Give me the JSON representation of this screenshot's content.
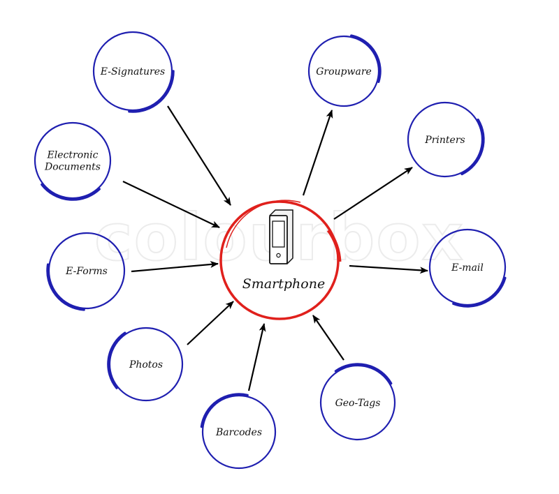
{
  "watermark": "colourbox",
  "center": {
    "label": "Smartphone",
    "icon": "smartphone-icon",
    "ring_color": "#e0201c"
  },
  "colors": {
    "node_ring": "#1f1fb0",
    "arrow": "#000000"
  },
  "nodes": [
    {
      "id": "e-signatures",
      "lines": [
        "E-Signatures"
      ],
      "direction": "in"
    },
    {
      "id": "electronic-documents",
      "lines": [
        "Electronic",
        "Documents"
      ],
      "direction": "in"
    },
    {
      "id": "e-forms",
      "lines": [
        "E-Forms"
      ],
      "direction": "in"
    },
    {
      "id": "photos",
      "lines": [
        "Photos"
      ],
      "direction": "in"
    },
    {
      "id": "barcodes",
      "lines": [
        "Barcodes"
      ],
      "direction": "in"
    },
    {
      "id": "geo-tags",
      "lines": [
        "Geo-Tags"
      ],
      "direction": "in"
    },
    {
      "id": "groupware",
      "lines": [
        "Groupware"
      ],
      "direction": "out"
    },
    {
      "id": "printers",
      "lines": [
        "Printers"
      ],
      "direction": "out"
    },
    {
      "id": "e-mail",
      "lines": [
        "E-mail"
      ],
      "direction": "out"
    }
  ]
}
